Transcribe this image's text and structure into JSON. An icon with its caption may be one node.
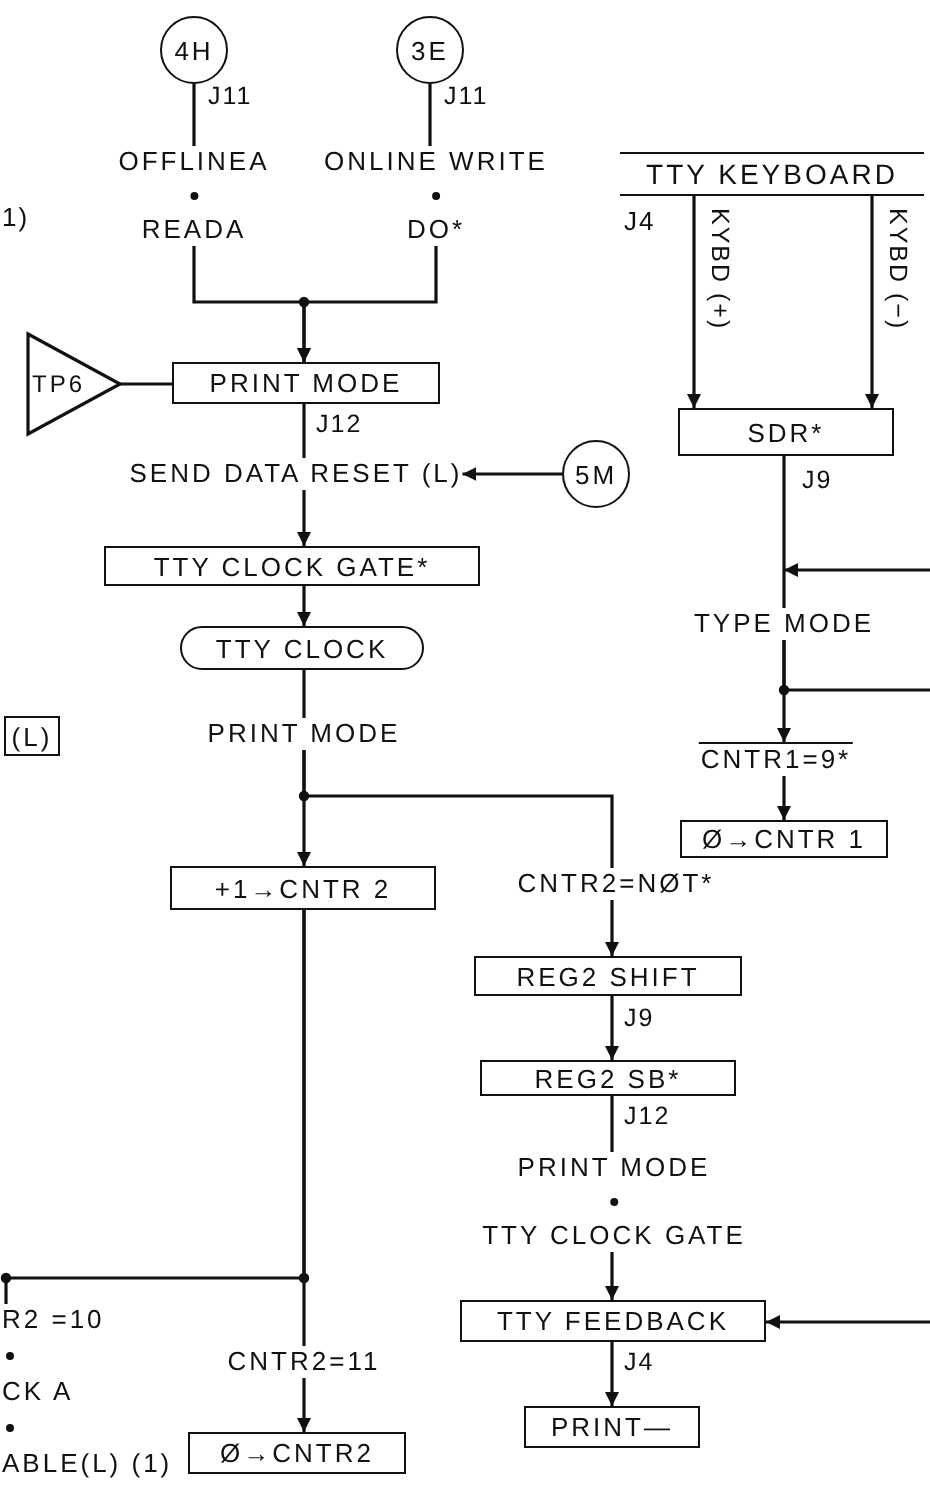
{
  "diagram": {
    "nodes": [
      {
        "text": [
          "4H"
        ]
      },
      {
        "text": [
          "3E"
        ]
      },
      {
        "text": [
          "OFFLINEA",
          "READA"
        ]
      },
      {
        "text": [
          "ONLINE WRITE",
          "DO*"
        ]
      },
      {
        "text": [
          "TTY KEYBOARD"
        ]
      },
      {
        "text": [
          "TP6"
        ]
      },
      {
        "text": [
          "PRINT MODE"
        ]
      },
      {
        "text": [
          "SEND DATA RESET (L)"
        ]
      },
      {
        "text": [
          "5M"
        ]
      },
      {
        "text": [
          "SDR*"
        ]
      },
      {
        "text": [
          "TTY CLOCK GATE*"
        ]
      },
      {
        "text": [
          "TTY CLOCK"
        ]
      },
      {
        "text": [
          "TYPE MODE"
        ]
      },
      {
        "text": [
          "(L)"
        ]
      },
      {
        "text": [
          "PRINT MODE"
        ]
      },
      {
        "text": [
          "CNTR1=9*"
        ]
      },
      {
        "text": [
          "Ø→CNTR 1"
        ]
      },
      {
        "text": [
          "+1→CNTR 2"
        ]
      },
      {
        "text": [
          "CNTR2=NØT*"
        ]
      },
      {
        "text": [
          "REG2 SHIFT"
        ]
      },
      {
        "text": [
          "REG2 SB*"
        ]
      },
      {
        "text": [
          "PRINT MODE",
          "TTY CLOCK GATE"
        ]
      },
      {
        "text": [
          "TTY FEEDBACK"
        ]
      },
      {
        "text": [
          "R2 =10",
          "CK A",
          "ABLE(L) (1)"
        ]
      },
      {
        "text": [
          "CNTR2=11"
        ]
      },
      {
        "text": [
          "PRINT—"
        ]
      },
      {
        "text": [
          "Ø→CNTR2"
        ]
      }
    ],
    "edges": [
      {
        "from": 0,
        "to": 2,
        "arrow": "none",
        "label": "J11"
      },
      {
        "from": 1,
        "to": 3,
        "arrow": "none",
        "label": "J11"
      },
      {
        "from": 2,
        "to": 6,
        "arrow": "to"
      },
      {
        "from": 3,
        "to": 6,
        "arrow": "to"
      },
      {
        "from": 5,
        "to": 6,
        "arrow": "none"
      },
      {
        "from": 4,
        "to": 9,
        "arrow": "to",
        "label": "KYBD (+)"
      },
      {
        "from": 4,
        "to": 9,
        "arrow": "to",
        "label": "KYBD (−)"
      },
      {
        "from": 6,
        "to": 7,
        "arrow": "none",
        "label": "J12"
      },
      {
        "from": 8,
        "to": 7,
        "arrow": "to"
      },
      {
        "from": 7,
        "to": 10,
        "arrow": "to"
      },
      {
        "from": 10,
        "to": 11,
        "arrow": "to"
      },
      {
        "from": 9,
        "to": 12,
        "arrow": "none",
        "label": "J9"
      },
      {
        "from": null,
        "to": 12,
        "arrow": "to"
      },
      {
        "from": 11,
        "to": 14,
        "arrow": "none"
      },
      {
        "from": 12,
        "to": 15,
        "arrow": "to"
      },
      {
        "from": 12,
        "to": null,
        "arrow": "none"
      },
      {
        "from": 15,
        "to": 16,
        "arrow": "to"
      },
      {
        "from": 14,
        "to": 17,
        "arrow": "to"
      },
      {
        "from": 14,
        "to": 18,
        "arrow": "none"
      },
      {
        "from": 18,
        "to": 19,
        "arrow": "to"
      },
      {
        "from": 19,
        "to": 20,
        "arrow": "to",
        "label": "J9"
      },
      {
        "from": 20,
        "to": 21,
        "arrow": "none",
        "label": "J12"
      },
      {
        "from": 21,
        "to": 22,
        "arrow": "to"
      },
      {
        "from": null,
        "to": 22,
        "arrow": "to"
      },
      {
        "from": 17,
        "to": 23,
        "arrow": "none"
      },
      {
        "from": 17,
        "to": 24,
        "arrow": "none"
      },
      {
        "from": 22,
        "to": 25,
        "arrow": "to",
        "label": "J4"
      },
      {
        "from": 24,
        "to": 26,
        "arrow": "to"
      }
    ],
    "labels": [
      "1)",
      "J4"
    ]
  }
}
